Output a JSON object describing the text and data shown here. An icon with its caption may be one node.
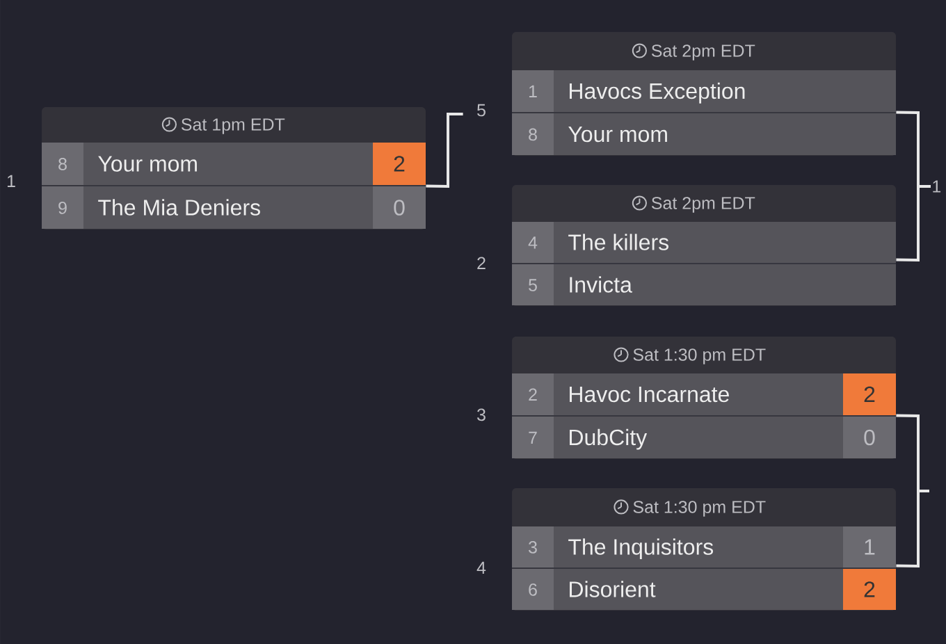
{
  "diagram": {
    "nodes": [
      {
        "text": [
          "Sat 1pm EDT"
        ],
        "beside": [
          "1"
        ]
      },
      {
        "text": [
          "8",
          "Your mom",
          "2"
        ],
        "in": 0
      },
      {
        "text": [
          "9",
          "The Mia Deniers",
          "0"
        ],
        "in": 0
      },
      {
        "text": [
          "Sat 2pm EDT"
        ],
        "beside": [
          "5"
        ]
      },
      {
        "text": [
          "1",
          "Havocs Exception"
        ],
        "in": 3
      },
      {
        "text": [
          "8",
          "Your mom"
        ],
        "in": 3
      },
      {
        "text": [
          "Sat 2pm EDT"
        ],
        "beside": [
          "2"
        ]
      },
      {
        "text": [
          "4",
          "The killers"
        ],
        "in": 6
      },
      {
        "text": [
          "5",
          "Invicta"
        ],
        "in": 6
      },
      {
        "text": [
          "Sat 1:30 pm EDT"
        ],
        "beside": [
          "3"
        ]
      },
      {
        "text": [
          "2",
          "Havoc Incarnate",
          "2"
        ],
        "in": 9
      },
      {
        "text": [
          "7",
          "DubCity",
          "0"
        ],
        "in": 9
      },
      {
        "text": [
          "Sat 1:30 pm EDT"
        ],
        "beside": [
          "4"
        ]
      },
      {
        "text": [
          "3",
          "The Inquisitors",
          "1"
        ],
        "in": 12
      },
      {
        "text": [
          "6",
          "Disorient",
          "2"
        ],
        "in": 12
      },
      {
        "text": [
          "1"
        ]
      }
    ],
    "edges": [
      {
        "from": 0,
        "to": 3,
        "arrow": "none"
      },
      {
        "from": 3,
        "to": 15,
        "arrow": "none"
      },
      {
        "from": 6,
        "to": 15,
        "arrow": "none"
      },
      {
        "from": 9,
        "to": null,
        "arrow": "none"
      },
      {
        "from": 12,
        "to": null,
        "arrow": "none"
      }
    ]
  }
}
